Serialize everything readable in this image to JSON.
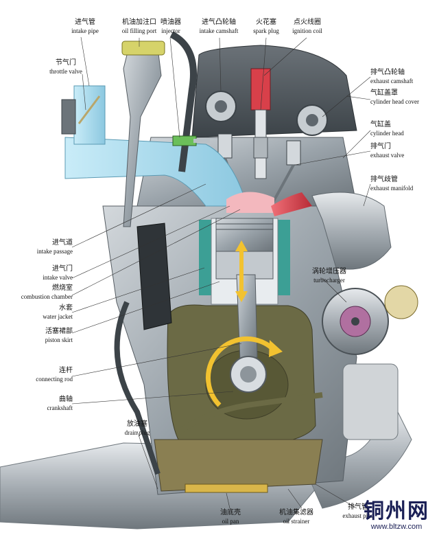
{
  "labels": {
    "intake_pipe": {
      "zh": "进气管",
      "en": "intake pipe"
    },
    "oil_filling_port": {
      "zh": "机油加注口",
      "en": "oil filling port"
    },
    "injector": {
      "zh": "喷油器",
      "en": "injector"
    },
    "intake_camshaft": {
      "zh": "进气凸轮轴",
      "en": "intake camshaft"
    },
    "spark_plug": {
      "zh": "火花塞",
      "en": "spark plug"
    },
    "ignition_coil": {
      "zh": "点火线圈",
      "en": "ignition coil"
    },
    "throttle_valve": {
      "zh": "节气门",
      "en": "throttle valve"
    },
    "exhaust_camshaft": {
      "zh": "排气凸轮轴",
      "en": "exhaust camshaft"
    },
    "cylinder_head_cover": {
      "zh": "气缸盖罩",
      "en": "cylinder head cover"
    },
    "cylinder_head": {
      "zh": "气缸盖",
      "en": "cylinder head"
    },
    "exhaust_valve": {
      "zh": "排气门",
      "en": "exhaust valve"
    },
    "exhaust_manifold": {
      "zh": "排气歧管",
      "en": "exhaust manifold"
    },
    "intake_passage": {
      "zh": "进气道",
      "en": "intake passage"
    },
    "intake_valve": {
      "zh": "进气门",
      "en": "intake valve"
    },
    "combustion_chamber": {
      "zh": "燃烧室",
      "en": "combustion chamber"
    },
    "water_jacket": {
      "zh": "水套",
      "en": "water jacket"
    },
    "piston_skirt": {
      "zh": "活塞裙部",
      "en": "piston skirt"
    },
    "turbocharger": {
      "zh": "涡轮增压器",
      "en": "turbocharger"
    },
    "connecting_rod": {
      "zh": "连杆",
      "en": "connecting rod"
    },
    "crankshaft": {
      "zh": "曲轴",
      "en": "crankshaft"
    },
    "drain_plug": {
      "zh": "放油塞",
      "en": "drain plug"
    },
    "oil_pan": {
      "zh": "油底壳",
      "en": "oil pan"
    },
    "oil_strainer": {
      "zh": "机油集滤器",
      "en": "oil strainer"
    },
    "exhaust_pipe": {
      "zh": "排气管",
      "en": "exhaust pipe"
    }
  },
  "watermark": {
    "brand": "铜州网",
    "url": "www.bltzw.com"
  },
  "colors": {
    "metal": "#9aa3aa",
    "metal_dark": "#5f676d",
    "intake_blue": "#9fd3ea",
    "coolant_teal": "#3c9f95",
    "exhaust_red": "#d8404a",
    "olive": "#6b6a45",
    "arrow_yellow": "#f2c230"
  }
}
